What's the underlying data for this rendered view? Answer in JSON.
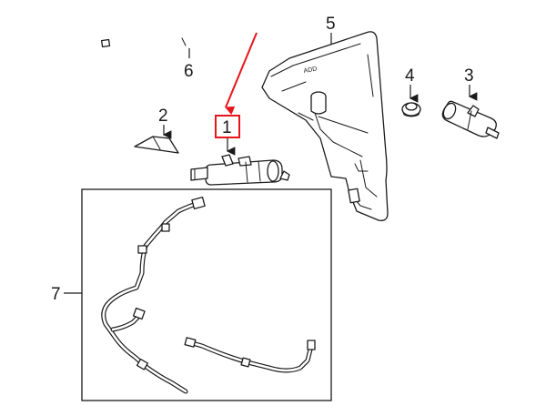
{
  "callouts": {
    "c1": "1",
    "c2": "2",
    "c3": "3",
    "c4": "4",
    "c5": "5",
    "c6": "6",
    "c7": "7"
  },
  "reservoir_emboss": "ADD",
  "colors": {
    "line": "#1a1a1a",
    "highlight": "#e8141c",
    "background": "#ffffff"
  }
}
